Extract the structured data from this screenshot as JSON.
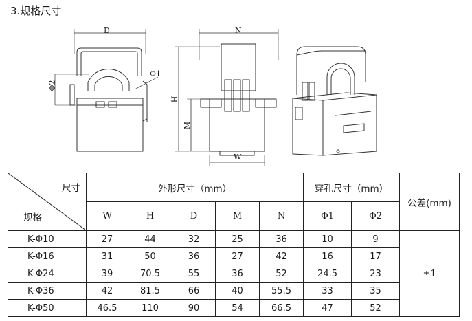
{
  "section_title": "3.规格尺寸",
  "drawing_labels": {
    "front": {
      "width": "D",
      "dia_inner": "Φ1",
      "dia_outer": "Φ2"
    },
    "side": {
      "depth": "N",
      "height": "H",
      "mount": "M",
      "base": "W"
    }
  },
  "table": {
    "corner_top": "尺寸",
    "corner_bottom": "规格",
    "group_outer": "外形尺寸（mm）",
    "group_hole": "穿孔尺寸（mm）",
    "tolerance_header": "公差(mm)",
    "columns": [
      "W",
      "H",
      "D",
      "M",
      "N",
      "Φ1",
      "Φ2"
    ],
    "tolerance_value": "±1",
    "rows": [
      {
        "model": "K-Φ10",
        "values": [
          "27",
          "44",
          "32",
          "25",
          "36",
          "10",
          "9"
        ]
      },
      {
        "model": "K-Φ16",
        "values": [
          "31",
          "50",
          "36",
          "27",
          "42",
          "16",
          "17"
        ]
      },
      {
        "model": "K-Φ24",
        "values": [
          "39",
          "70.5",
          "55",
          "36",
          "52",
          "24.5",
          "23"
        ]
      },
      {
        "model": "K-Φ36",
        "values": [
          "42",
          "81.5",
          "66",
          "40",
          "55.5",
          "33",
          "35"
        ]
      },
      {
        "model": "K-Φ50",
        "values": [
          "46.5",
          "110",
          "90",
          "54",
          "66.5",
          "47",
          "52"
        ]
      }
    ]
  }
}
